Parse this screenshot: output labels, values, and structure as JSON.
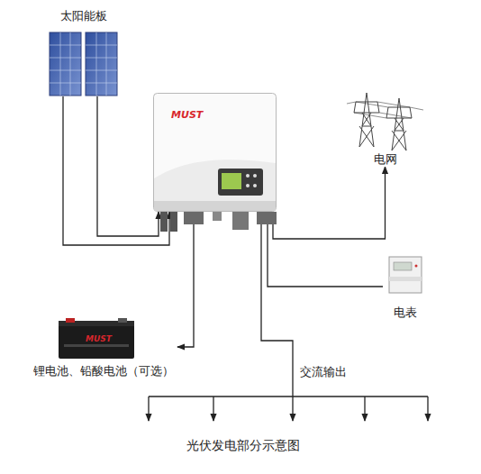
{
  "diagram": {
    "caption": "光伏发电部分示意图",
    "nodes": [
      {
        "text": [
          "太阳能板"
        ]
      },
      {
        "text": [
          "MUST"
        ]
      },
      {
        "text": [
          "电网"
        ]
      },
      {
        "text": [
          "电表"
        ]
      },
      {
        "text": [
          "锂电池、铅酸电池（可选）"
        ]
      }
    ],
    "edges": [
      {
        "from": 0,
        "to": 1,
        "arrow": "to"
      },
      {
        "from": 0,
        "to": 1,
        "arrow": "to"
      },
      {
        "from": 1,
        "to": 4,
        "arrow": "both"
      },
      {
        "from": 1,
        "to": 2,
        "arrow": "both"
      },
      {
        "from": 1,
        "to": 3,
        "arrow": "none"
      }
    ],
    "labels": [
      "交流输出",
      "MUST"
    ]
  }
}
